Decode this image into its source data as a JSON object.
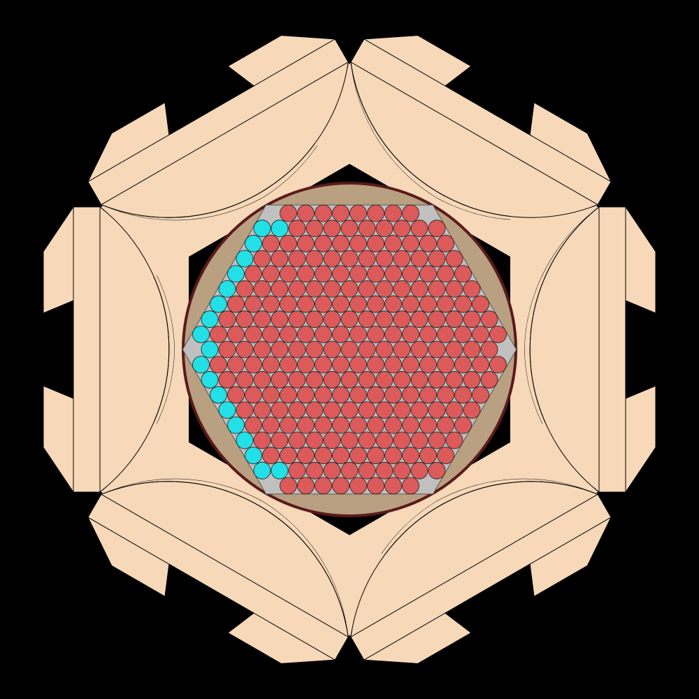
{
  "diagram": {
    "type": "hexagonal-pin-lattice-cross-section",
    "colors": {
      "background": "#000000",
      "block": "#f7d8b8",
      "outline": "#000000",
      "vessel_outer": "#5a1a1a",
      "vessel_wall": "#b8a081",
      "coolant": "#c0c0c0",
      "pin_primary": "#dc5a5a",
      "pin_secondary": "#22e0e6",
      "pin_stroke": "#1a1a1a"
    },
    "lattice": {
      "rings": 9,
      "secondary_ring": 9,
      "secondary_sector": "left",
      "pin_pattern": "triangular"
    },
    "surrounding_blocks": {
      "count": 6,
      "symmetry": "six-fold",
      "shape": "hexagonal prism with circular cutout"
    }
  }
}
